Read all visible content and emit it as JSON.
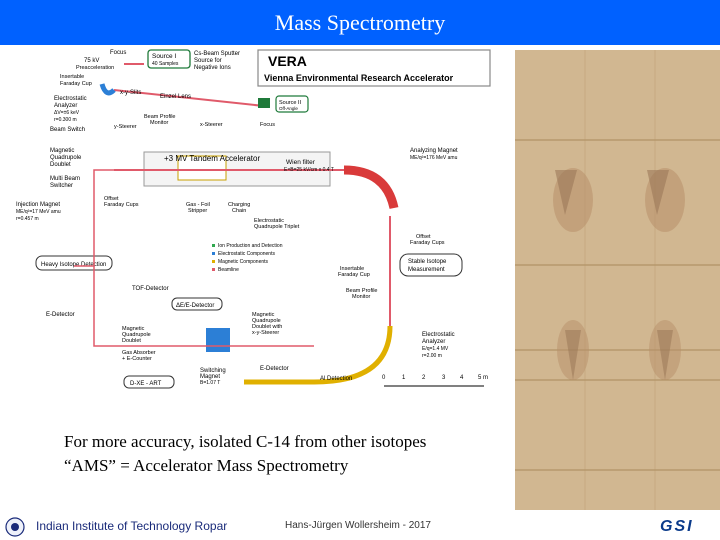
{
  "title": "Mass Spectrometry",
  "diagram": {
    "header_short": "VERA",
    "header_long": "Vienna Environmental Research Accelerator",
    "labels": {
      "focus": "Focus",
      "kv75": "75 kV",
      "preacc": "Preacceleration",
      "source1": "Source I",
      "source1_sub": "40 Samples",
      "cs_beam": "Cs-Beam Sputter",
      "cs_beam2": "Source for",
      "cs_beam3": "Negative Ions",
      "insertable": "Insertable",
      "faraday": "Faraday Cup",
      "es_analyzer": "Electrostatic",
      "es_analyzer2": "Analyzer",
      "es_params": "ΔV=±6 keV",
      "es_r": "r=0.300 m",
      "xy_slits": "x-y-Slits",
      "einzel": "Einzel Lens",
      "source2": "Source II",
      "source2_sub": "Off-Angle",
      "beam_profile": "Beam Profile",
      "monitor": "Monitor",
      "x_steerer": "x-Steerer",
      "y_steerer": "y-Steerer",
      "focus2": "Focus",
      "beam_switch": "Beam Switch",
      "magnetic_q": "Magnetic",
      "quadrupole": "Quadrupole",
      "doublet": "Doublet",
      "multibeam": "Multi Beam",
      "switcher": "Switcher",
      "tandem": "+3 MV Tandem Accelerator",
      "wienfilter": "Wien filter",
      "wien_params": "E×B=25 kV/cm x 0.4 T",
      "analyzing": "Analyzing Magnet",
      "analyzing2": "ME/q²=176 MeV amu",
      "injection": "Injection Magnet",
      "injection2": "ME/q²=17 MeV amu",
      "injection3": "r=0.457 m",
      "offset": "Offset",
      "faraday_cups": "Faraday Cups",
      "gas_foil": "Gas - Foil",
      "stripper": "Stripper",
      "charging": "Charging",
      "chain": "Chain",
      "es_quad": "Electrostatic",
      "es_quad2": "Quadrupole Triplet",
      "heavy_ion": "Heavy Isotope Detection",
      "legend1": "Ion Production and Detection",
      "legend2": "Electrostatic Components",
      "legend3": "Magnetic Components",
      "legend4": "Beamline",
      "stable_iso": "Stable Isotope",
      "measurement": "Measurement",
      "offset2": "Offset",
      "faraday_cups2": "Faraday Cups",
      "insertable2": "Insertable",
      "faraday2": "Faraday Cup",
      "beam_profile2": "Beam Profile",
      "monitor2": "Monitor",
      "tof": "TOF-Detector",
      "e_detector": "E-Detector",
      "dee": "ΔE/E-Detector",
      "magnetic_q2": "Magnetic",
      "quadrupole2": "Quadrupole",
      "doublet2": "Doublet",
      "gas_absorber": "Gas Absorber",
      "e_counter": "+ E-Counter",
      "dxe": "D-XE - ART",
      "switching": "Switching",
      "magnet": "Magnet",
      "switch_params": "B=1.07 T",
      "e_detector2": "E-Detector",
      "al_detection": "Al Detection",
      "esa2": "Electrostatic",
      "esa2b": "Analyzer",
      "esa2_params": "E/q=1.4 MV",
      "esa2_r": "r=2.00 m",
      "scale": [
        "0",
        "1",
        "2",
        "3",
        "4",
        "5 m"
      ],
      "magq3": "Magnetic",
      "magq3b": "Quadrupole",
      "magq3c": "Doublet with",
      "magq3d": "x-y-Steerer"
    },
    "colors": {
      "ion": "#2fa84f",
      "electrostatic": "#2c7fd6",
      "magnetic": "#e0b000",
      "beamline": "#e05a6a",
      "magnet_red": "#d93a3a"
    }
  },
  "caption_line1": "For more accuracy, isolated C-14 from other isotopes",
  "caption_line2": "“AMS” = Accelerator Mass Spectrometry",
  "footer_institution": "Indian Institute of Technology Ropar",
  "footer_author": "Hans-Jürgen Wollersheim - 2017",
  "logo_right_text": "GSI"
}
